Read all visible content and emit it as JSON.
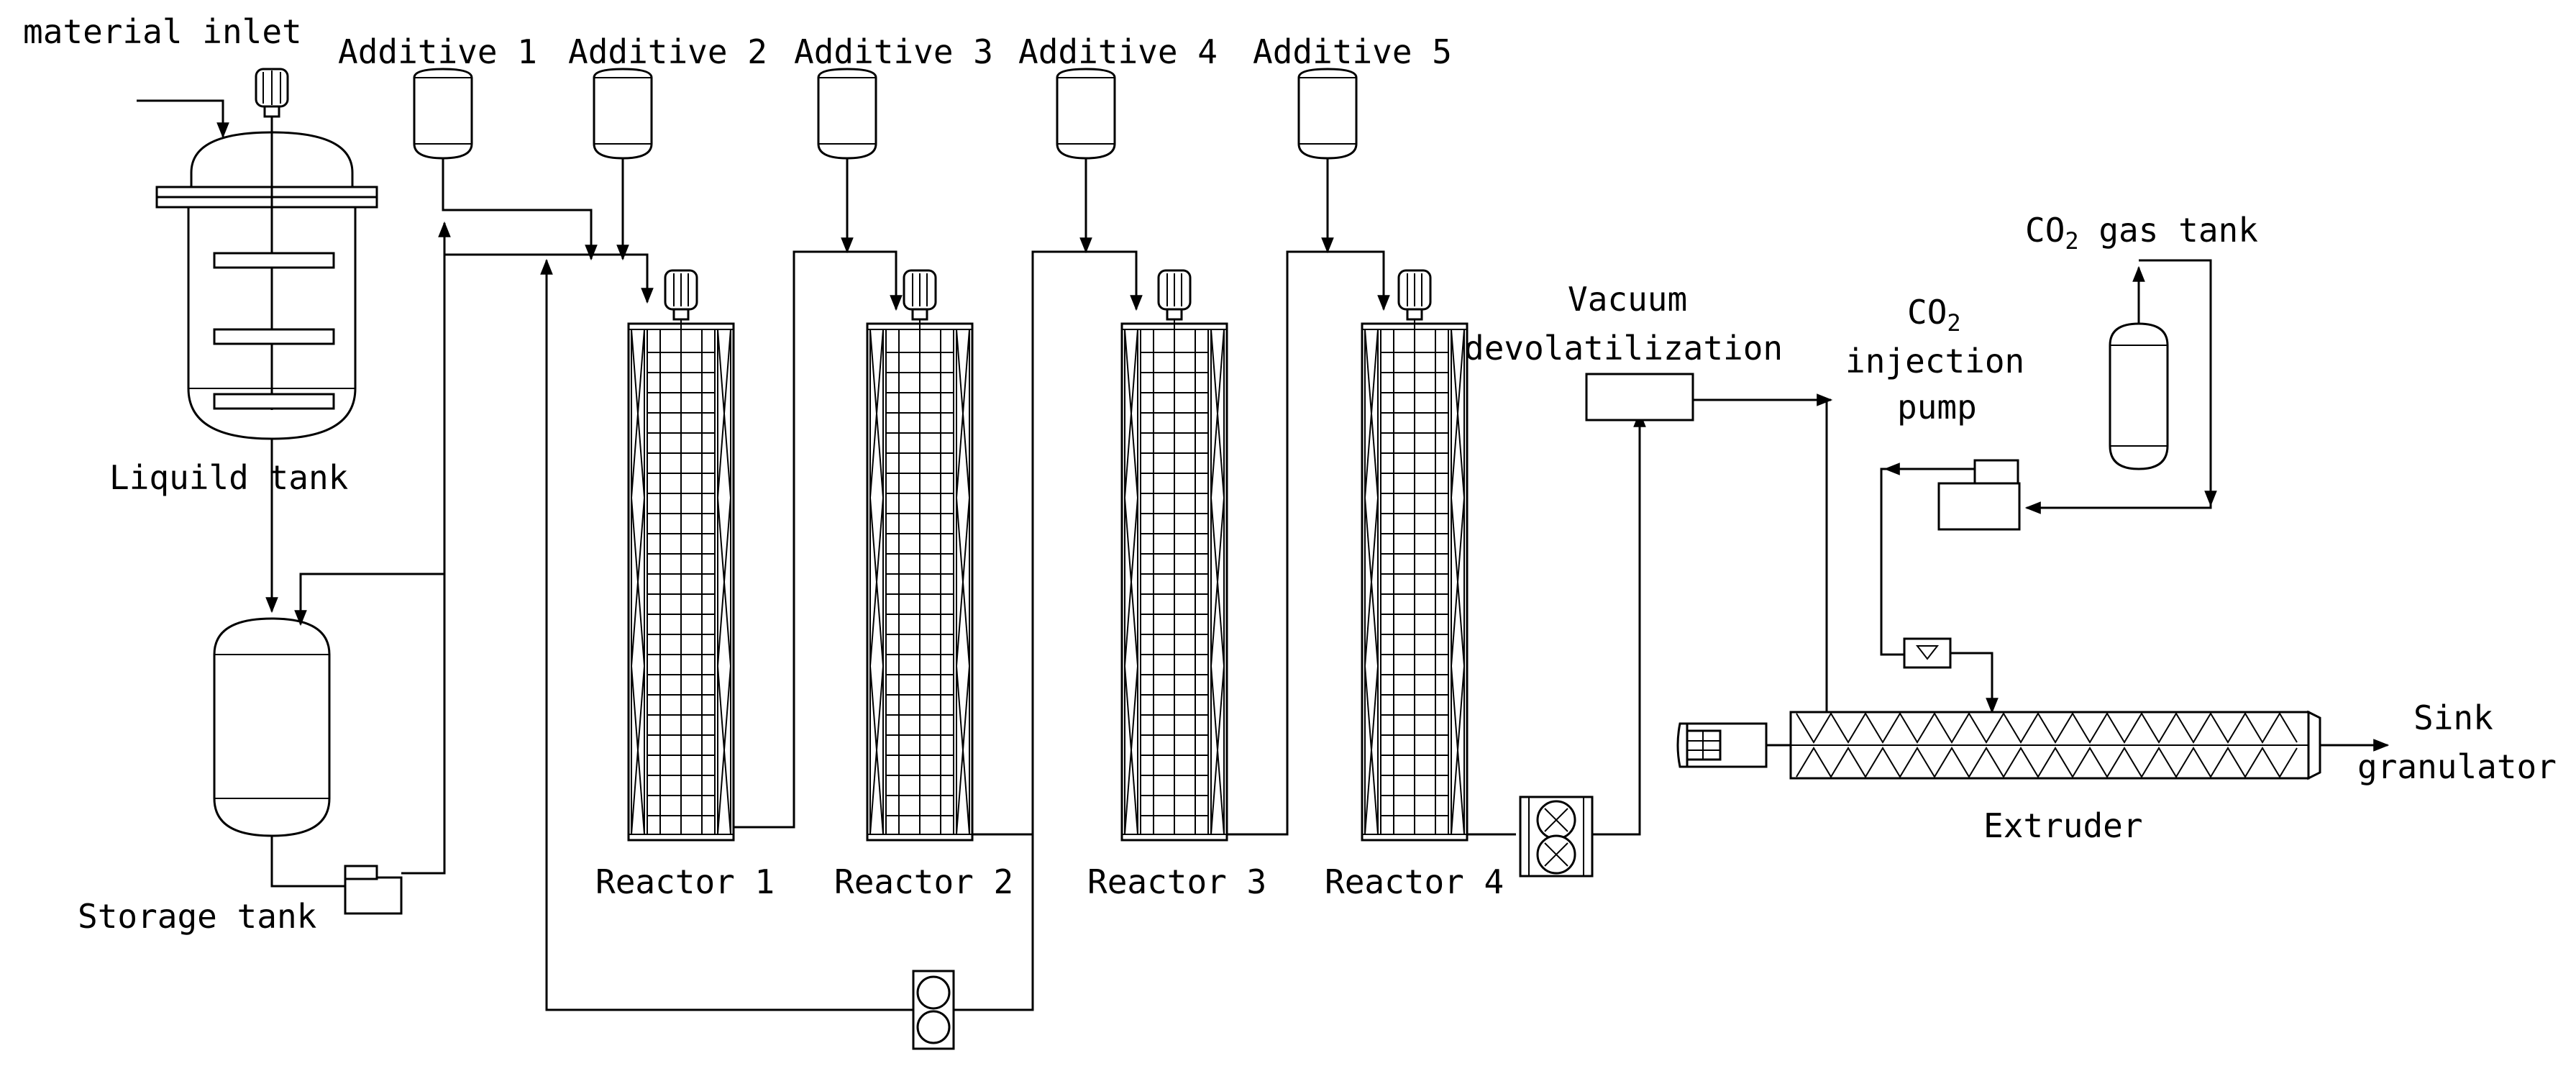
{
  "labels": {
    "material_inlet": "material inlet",
    "liquid_tank": "Liquild tank",
    "storage_tank": "Storage tank",
    "additive_1": "Additive 1",
    "additive_2": "Additive 2",
    "additive_3": "Additive 3",
    "additive_4": "Additive 4",
    "additive_5": "Additive 5",
    "reactor_1": "Reactor 1",
    "reactor_2": "Reactor 2",
    "reactor_3": "Reactor 3",
    "reactor_4": "Reactor 4",
    "vacuum_line1": "Vacuum",
    "vacuum_line2": "devolatilization",
    "co2_gas_tank_prefix": "CO",
    "co2_gas_tank_sub": "2",
    "co2_gas_tank_suffix": " gas tank",
    "co2_pump_prefix": "CO",
    "co2_pump_sub": "2",
    "co2_pump_line2": "injection",
    "co2_pump_line3": "pump",
    "extruder": "Extruder",
    "sink": "Sink",
    "granulator": "granulator"
  },
  "reactors": [
    {
      "id": "reactor-1"
    },
    {
      "id": "reactor-2"
    },
    {
      "id": "reactor-3"
    },
    {
      "id": "reactor-4"
    }
  ],
  "additives": [
    {
      "id": "additive-1"
    },
    {
      "id": "additive-2"
    },
    {
      "id": "additive-3"
    },
    {
      "id": "additive-4"
    },
    {
      "id": "additive-5"
    }
  ]
}
